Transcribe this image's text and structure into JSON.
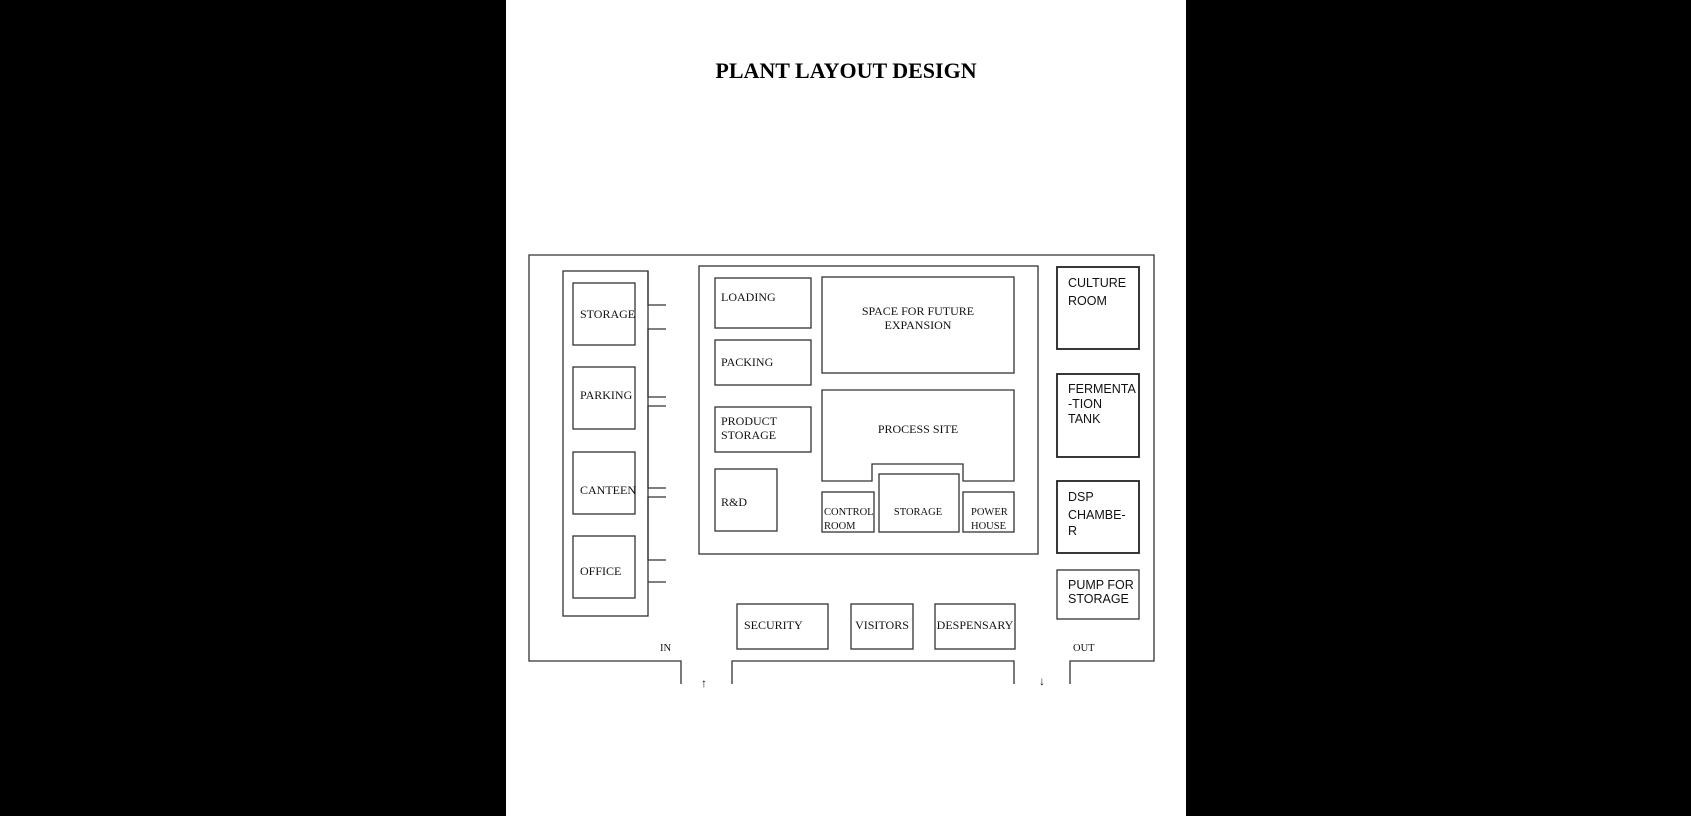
{
  "title": "PLANT LAYOUT DESIGN",
  "rooms": {
    "storage_left": "STORAGE",
    "parking": "PARKING",
    "canteen": "CANTEEN",
    "office": "OFFICE",
    "loading": "LOADING",
    "packing": "PACKING",
    "product_storage": [
      "PRODUCT",
      "STORAGE"
    ],
    "rnd": "R&D",
    "future_expansion": [
      "SPACE FOR FUTURE",
      "EXPANSION"
    ],
    "process_site": "PROCESS SITE",
    "control_room": [
      "CONTROL",
      "ROOM"
    ],
    "storage_center": "STORAGE",
    "power_house": [
      "POWER",
      "HOUSE"
    ],
    "culture_room": [
      "CULTURE",
      "ROOM"
    ],
    "fermentation_tank": [
      "FERMENTA",
      "-TION",
      "TANK"
    ],
    "dsp_chamber": [
      "DSP",
      "CHAMBE-",
      "R"
    ],
    "pump_for_storage": [
      "PUMP FOR",
      "STORAGE"
    ],
    "security": "SECURITY",
    "visitors": "VISITORS",
    "despensary": "DESPENSARY"
  },
  "gates": {
    "in_label": "IN",
    "out_label": "OUT",
    "in_arrow": "↑",
    "out_arrow": "↓"
  },
  "colors": {
    "page": "#ffffff",
    "background": "#000000",
    "stroke": "#333333"
  }
}
